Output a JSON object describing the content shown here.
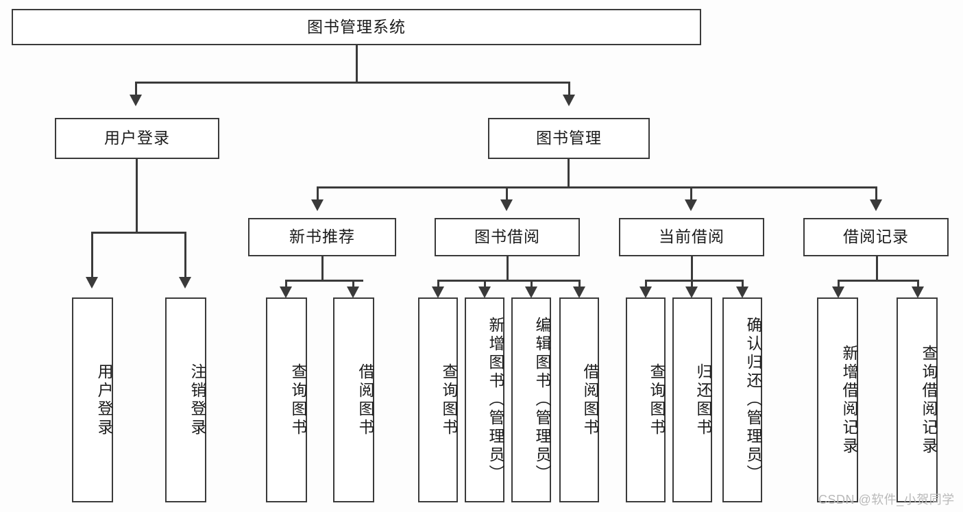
{
  "diagram": {
    "title": "图书管理系统",
    "type": "tree-hierarchy-chart",
    "root": {
      "id": "root",
      "label": "图书管理系统",
      "orientation": "horizontal"
    },
    "level2": [
      {
        "id": "user-login",
        "label": "用户登录",
        "orientation": "horizontal"
      },
      {
        "id": "book-manage",
        "label": "图书管理",
        "orientation": "horizontal"
      }
    ],
    "level3": [
      {
        "id": "new-book-recommend",
        "label": "新书推荐",
        "orientation": "horizontal",
        "parent": "book-manage"
      },
      {
        "id": "book-borrow",
        "label": "图书借阅",
        "orientation": "horizontal",
        "parent": "book-manage"
      },
      {
        "id": "current-borrow",
        "label": "当前借阅",
        "orientation": "horizontal",
        "parent": "book-manage"
      },
      {
        "id": "borrow-record",
        "label": "借阅记录",
        "orientation": "horizontal",
        "parent": "book-manage"
      }
    ],
    "leaves": [
      {
        "id": "leaf-user-login",
        "label": "用户登录",
        "parent": "user-login"
      },
      {
        "id": "leaf-user-logout",
        "label": "注销登录",
        "parent": "user-login"
      },
      {
        "id": "leaf-query-book-1",
        "label": "查询图书",
        "parent": "new-book-recommend"
      },
      {
        "id": "leaf-borrow-book-1",
        "label": "借阅图书",
        "parent": "new-book-recommend"
      },
      {
        "id": "leaf-query-book-2",
        "label": "查询图书",
        "parent": "book-borrow"
      },
      {
        "id": "leaf-add-book",
        "label": "新增图书（管理员）",
        "parent": "book-borrow"
      },
      {
        "id": "leaf-edit-book",
        "label": "编辑图书（管理员）",
        "parent": "book-borrow"
      },
      {
        "id": "leaf-borrow-book-2",
        "label": "借阅图书",
        "parent": "book-borrow"
      },
      {
        "id": "leaf-query-book-3",
        "label": "查询图书",
        "parent": "current-borrow"
      },
      {
        "id": "leaf-return-book",
        "label": "归还图书",
        "parent": "current-borrow"
      },
      {
        "id": "leaf-confirm-return",
        "label": "确认归还（管理员）",
        "parent": "current-borrow"
      },
      {
        "id": "leaf-add-record",
        "label": "新增借阅记录",
        "parent": "borrow-record"
      },
      {
        "id": "leaf-query-record",
        "label": "查询借阅记录",
        "parent": "borrow-record"
      }
    ]
  },
  "watermark": {
    "text": "CSDN @软件_小贺同学"
  },
  "colors": {
    "stroke": "#3a3a3a",
    "box_fill": "#ffffff",
    "text": "#1b1b1b",
    "background": "#fdfdfd",
    "watermark": "#b9b9b9"
  }
}
